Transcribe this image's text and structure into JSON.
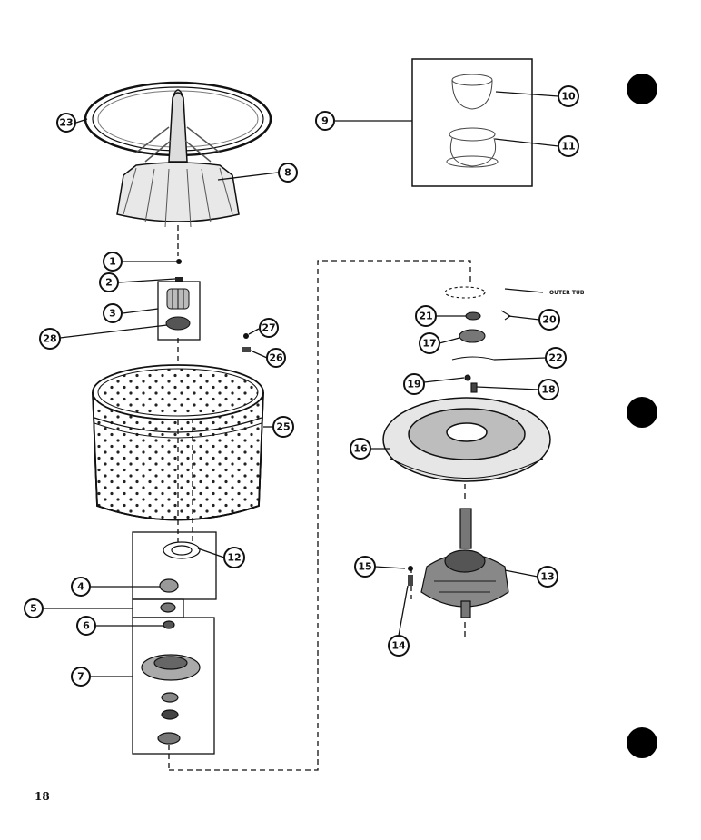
{
  "page_number": "18",
  "annotation_outer_tub": "OUTER TUB",
  "callouts": {
    "c1": "1",
    "c2": "2",
    "c3": "3",
    "c4": "4",
    "c5": "5",
    "c6": "6",
    "c7": "7",
    "c8": "8",
    "c9": "9",
    "c10": "10",
    "c11": "11",
    "c12": "12",
    "c13": "13",
    "c14": "14",
    "c15": "15",
    "c16": "16",
    "c17": "17",
    "c18": "18",
    "c19": "19",
    "c20": "20",
    "c21": "21",
    "c22": "22",
    "c23": "23",
    "c25": "25",
    "c26": "26",
    "c27": "27",
    "c28": "28"
  }
}
